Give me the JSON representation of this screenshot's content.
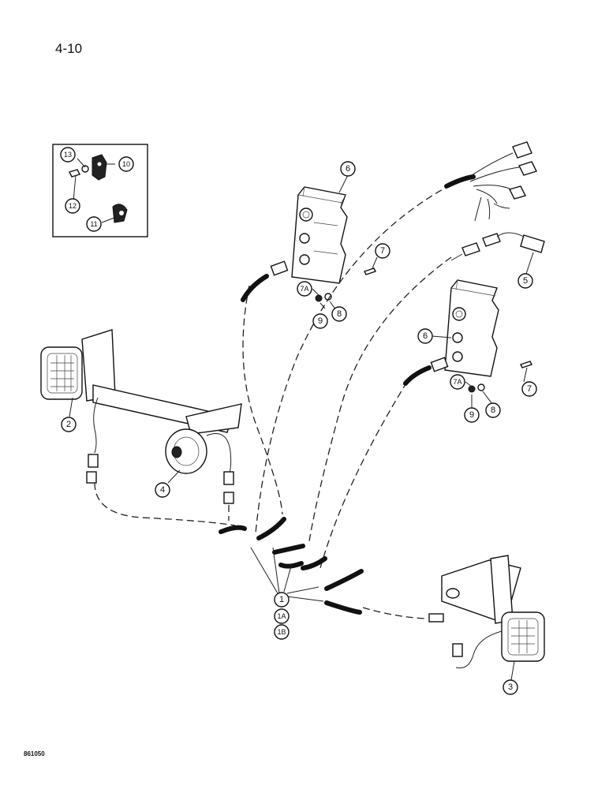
{
  "page_number": "4-10",
  "drawing_id": "861050",
  "callouts": {
    "c1": "1",
    "c1a": "1A",
    "c1b": "1B",
    "c2": "2",
    "c3": "3",
    "c4": "4",
    "c5": "5",
    "c6a": "6",
    "c6b": "6",
    "c7a": "7",
    "c7b": "7",
    "c7aa": "7A",
    "c7ab": "7A",
    "c8a": "8",
    "c8b": "8",
    "c9a": "9",
    "c9b": "9",
    "c10": "10",
    "c11": "11",
    "c12": "12",
    "c13": "13"
  }
}
